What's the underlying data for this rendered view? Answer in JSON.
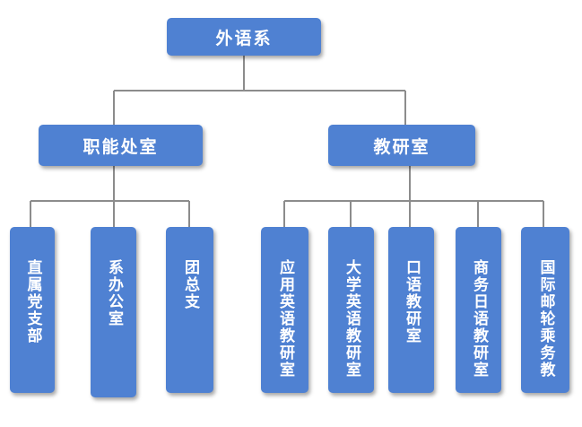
{
  "colors": {
    "box_fill": "#4f81d2",
    "box_text": "#ffffff",
    "connector": "#8c8c8c",
    "background": "#ffffff"
  },
  "root": {
    "label": "外语系"
  },
  "branches": [
    {
      "label": "职能处室",
      "units": [
        {
          "label": "直属党支部"
        },
        {
          "label": "系办公室"
        },
        {
          "label": "团总支"
        }
      ]
    },
    {
      "label": "教研室",
      "units": [
        {
          "label": "应用英语教研室"
        },
        {
          "label": "大学英语教研室"
        },
        {
          "label": "口语教研室"
        },
        {
          "label": "商务日语教研室"
        },
        {
          "label": "国际邮轮乘务教"
        }
      ]
    }
  ]
}
